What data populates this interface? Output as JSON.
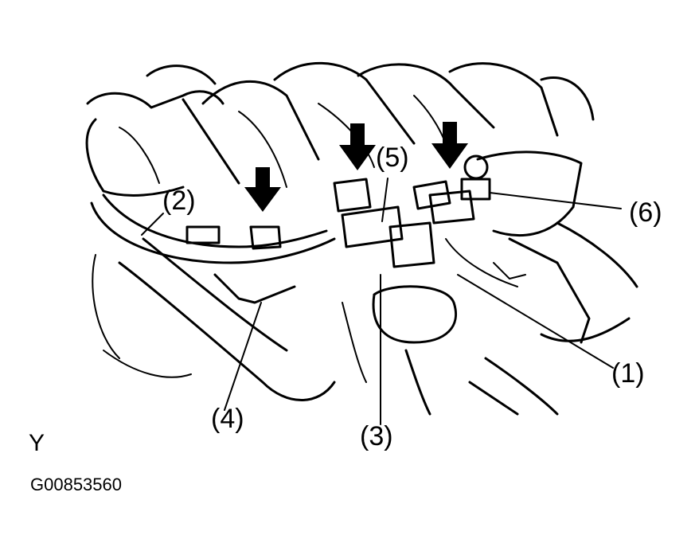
{
  "callouts": [
    "(1)",
    "(2)",
    "(3)",
    "(4)",
    "(5)",
    "(6)"
  ],
  "view_letter": "Y",
  "figure_code": "G00853560",
  "icons": [
    "down-arrow-icon",
    "down-arrow-icon",
    "down-arrow-icon"
  ]
}
